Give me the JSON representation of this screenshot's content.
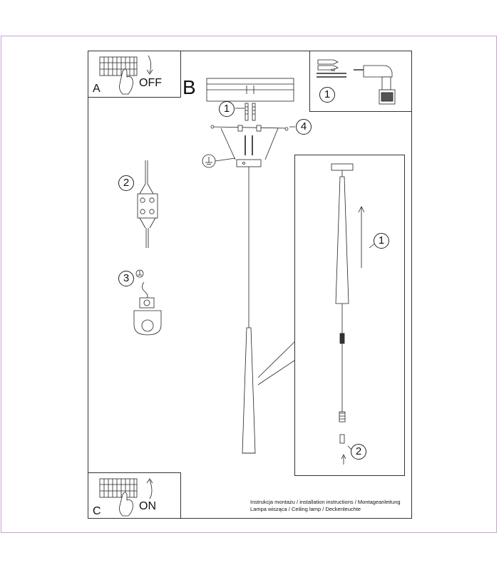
{
  "panels": {
    "a_label": "A",
    "a_action": "OFF",
    "b_label": "B",
    "c_label": "C",
    "c_action": "ON"
  },
  "steps": {
    "tools": "1",
    "b_screws": "1",
    "b_side_screw": "4",
    "wiring": "2",
    "ground": "3",
    "detail_raise": "1",
    "detail_connect": "2"
  },
  "small_text": {
    "dowel_count": "x2"
  },
  "footer": {
    "line1": "Instrukcja montażu / installation instructions / Montageanleitung",
    "line2": "Lampa wisząca / Ceiling lamp / Deckenleuchte"
  },
  "icons": {
    "breaker": "circuit-breaker-icon",
    "hand": "hand-icon",
    "drill": "drill-icon",
    "ground": "ground-symbol-icon"
  }
}
